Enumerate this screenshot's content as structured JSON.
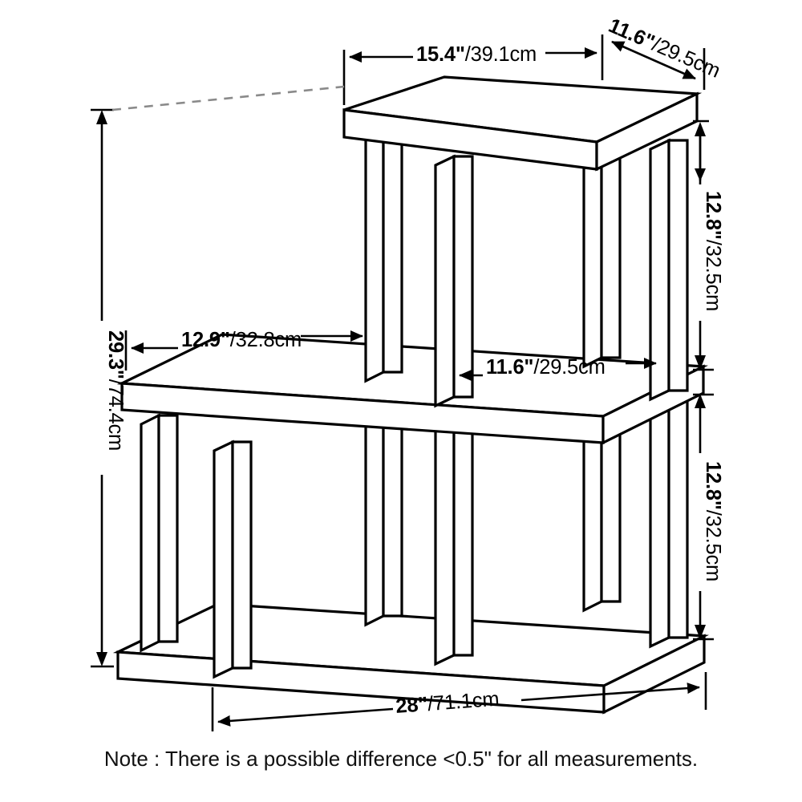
{
  "diagram": {
    "title": "3-Tier Step Shelf Dimension Drawing",
    "type": "isometric-technical-drawing",
    "background_color": "#ffffff",
    "line_color": "#000000",
    "leader_color": "#8a8a8a"
  },
  "dimensions": {
    "top_shelf_width": {
      "label_bold": "15.4\"",
      "label_rest": "/39.1cm",
      "full": "15.4\"/39.1cm",
      "inches": 15.4,
      "cm": 39.1,
      "axis": "horizontal",
      "describes": "top shelf width"
    },
    "top_shelf_depth": {
      "label_bold": "11.6\"",
      "label_rest": "/29.5cm",
      "full": "11.6\"/29.5cm",
      "inches": 11.6,
      "cm": 29.5,
      "axis": "diagonal-depth",
      "describes": "top shelf depth"
    },
    "upper_tier_height": {
      "label_bold": "12.8\"",
      "label_rest": "/32.5cm",
      "full": "12.8\"/32.5cm",
      "inches": 12.8,
      "cm": 32.5,
      "axis": "vertical",
      "describes": "clearance between top shelf and middle shelf"
    },
    "lower_tier_height": {
      "label_bold": "12.8\"",
      "label_rest": "/32.5cm",
      "full": "12.8\"/32.5cm",
      "inches": 12.8,
      "cm": 32.5,
      "axis": "vertical",
      "describes": "clearance between middle shelf and bottom shelf"
    },
    "left_bay_width": {
      "label_bold": "12.9\"",
      "label_rest": "/32.8cm",
      "full": "12.9\"/32.8cm",
      "inches": 12.9,
      "cm": 32.8,
      "axis": "horizontal",
      "describes": "left bay interior width on middle shelf"
    },
    "right_bay_width": {
      "label_bold": "11.6\"",
      "label_rest": "/29.5cm",
      "full": "11.6\"/29.5cm",
      "inches": 11.6,
      "cm": 29.5,
      "axis": "horizontal",
      "describes": "right bay interior width on middle shelf"
    },
    "overall_height": {
      "label_bold": "29.3\"",
      "label_rest": "/74.4cm",
      "full": "29.3\"/74.4cm",
      "inches": 29.3,
      "cm": 74.4,
      "axis": "vertical",
      "describes": "overall height of unit"
    },
    "overall_width": {
      "label_bold": "28\"",
      "label_rest": "/71.1cm",
      "full": "28\"/71.1cm",
      "inches": 28,
      "cm": 71.1,
      "axis": "horizontal",
      "describes": "overall width of base"
    }
  },
  "note": {
    "text": "Note : There is a possible difference <0.5\" for all measurements."
  }
}
